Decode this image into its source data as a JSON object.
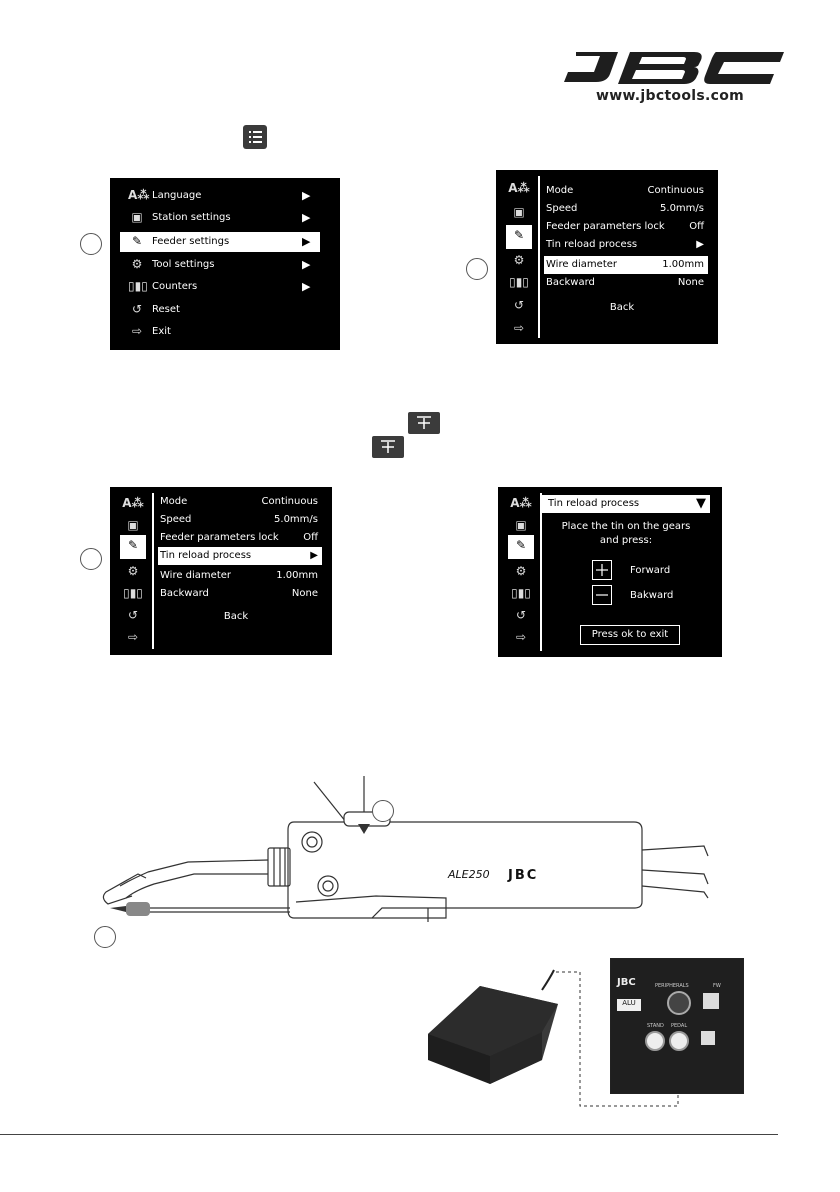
{
  "brand": {
    "logo_text": "JBC",
    "url": "www.jbctools.com"
  },
  "menu_screen": {
    "items": [
      {
        "label": "Language",
        "arrow": "▶",
        "icon": "language-icon"
      },
      {
        "label": "Station settings",
        "arrow": "▶",
        "icon": "station-settings-icon"
      },
      {
        "label": "Feeder settings",
        "arrow": "▶",
        "icon": "feeder-icon",
        "selected": true
      },
      {
        "label": "Tool settings",
        "arrow": "▶",
        "icon": "tool-settings-icon"
      },
      {
        "label": "Counters",
        "arrow": "▶",
        "icon": "counters-icon"
      },
      {
        "label": "Reset",
        "arrow": "",
        "icon": "reset-icon"
      },
      {
        "label": "Exit",
        "arrow": "",
        "icon": "exit-icon"
      }
    ]
  },
  "feeder_screen_a": {
    "rows": [
      {
        "key": "Mode",
        "value": "Continuous"
      },
      {
        "key": "Speed",
        "value": "5.0mm/s"
      },
      {
        "key": "Feeder parameters lock",
        "value": "Off"
      },
      {
        "key": "Tin reload process",
        "value": "▶"
      },
      {
        "key": "Wire diameter",
        "value": "1.00mm",
        "selected": true
      },
      {
        "key": "Backward",
        "value": "None"
      }
    ],
    "back": "Back"
  },
  "feeder_screen_b": {
    "rows": [
      {
        "key": "Mode",
        "value": "Continuous"
      },
      {
        "key": "Speed",
        "value": "5.0mm/s"
      },
      {
        "key": "Feeder parameters lock",
        "value": "Off"
      },
      {
        "key": "Tin reload process",
        "value": "▶",
        "selected": true
      },
      {
        "key": "Wire diameter",
        "value": "1.00mm"
      },
      {
        "key": "Backward",
        "value": "None"
      }
    ],
    "back": "Back"
  },
  "reload_screen": {
    "title": "Tin reload process",
    "title_arrow": "▼",
    "instruction_line1": "Place the tin on the gears",
    "instruction_line2": "and press:",
    "forward_label": "Forward",
    "backward_label": "Bakward",
    "exit_button": "Press ok to exit"
  },
  "tool": {
    "model": "ALE250",
    "brand": "JBC"
  },
  "station_photo": {
    "brand": "JBC",
    "model": "ALU",
    "peripherals": "PERIPHERALS",
    "fw": "FW",
    "stand": "STAND",
    "pedal": "PEDAL"
  },
  "colors": {
    "screen_bg": "#000000",
    "highlight": "#ffffff",
    "button_dark": "#3b3b3b"
  }
}
